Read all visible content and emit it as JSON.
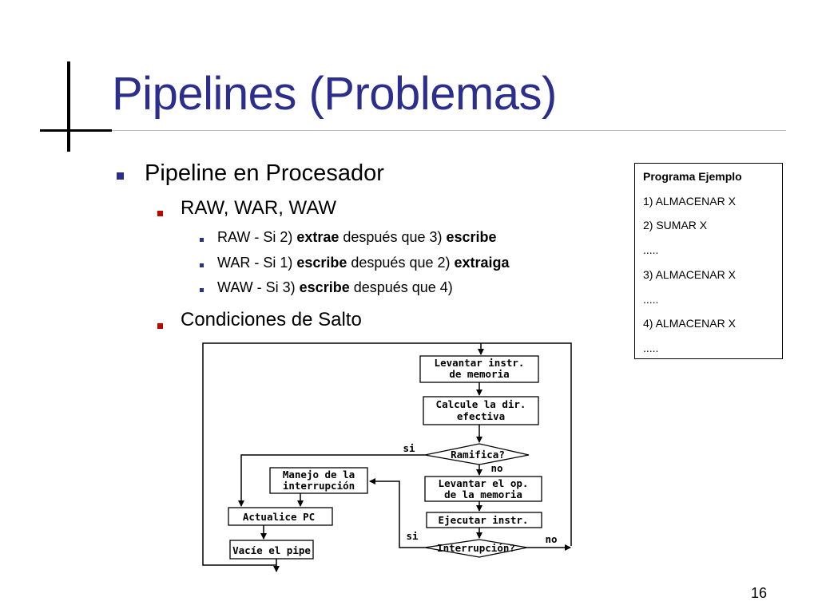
{
  "slide": {
    "title": "Pipelines (Problemas)",
    "bullets": {
      "l1": "Pipeline en Procesador",
      "raw_war_waw": "RAW, WAR, WAW",
      "raw": {
        "a": "RAW - Si 2) ",
        "b": "extrae",
        "c": " después que 3) ",
        "d": "escribe"
      },
      "war": {
        "a": "WAR - Si 1) ",
        "b": "escribe",
        "c": " después que 2) ",
        "d": "extraiga"
      },
      "waw": {
        "a": "WAW - Si 3) ",
        "b": "escribe",
        "c": " después que 4)"
      },
      "saltos": "Condiciones de Salto"
    },
    "page_number": "16"
  },
  "program_box": {
    "header": "Programa Ejemplo",
    "lines": [
      "1) ALMACENAR X",
      "2) SUMAR X",
      ".....",
      "3) ALMACENAR X",
      ".....",
      "4) ALMACENAR X",
      "....."
    ]
  },
  "flowchart": {
    "levantar_instr": [
      "Levantar instr.",
      "de memoria"
    ],
    "calcule_dir": [
      "Calcule la dir.",
      "efectiva"
    ],
    "ramifica": "Ramifica?",
    "levantar_op": [
      "Levantar el op.",
      "de la memoria"
    ],
    "ejecutar": "Ejecutar instr.",
    "interrupcion": "Interrupción?",
    "manejo": [
      "Manejo de la",
      "interrupción"
    ],
    "actualice_pc": "Actualice PC",
    "vacie_pipe": "Vacíe el pipe",
    "si_1": "si",
    "no_1": "no",
    "si_2": "si",
    "no_2": "no"
  }
}
